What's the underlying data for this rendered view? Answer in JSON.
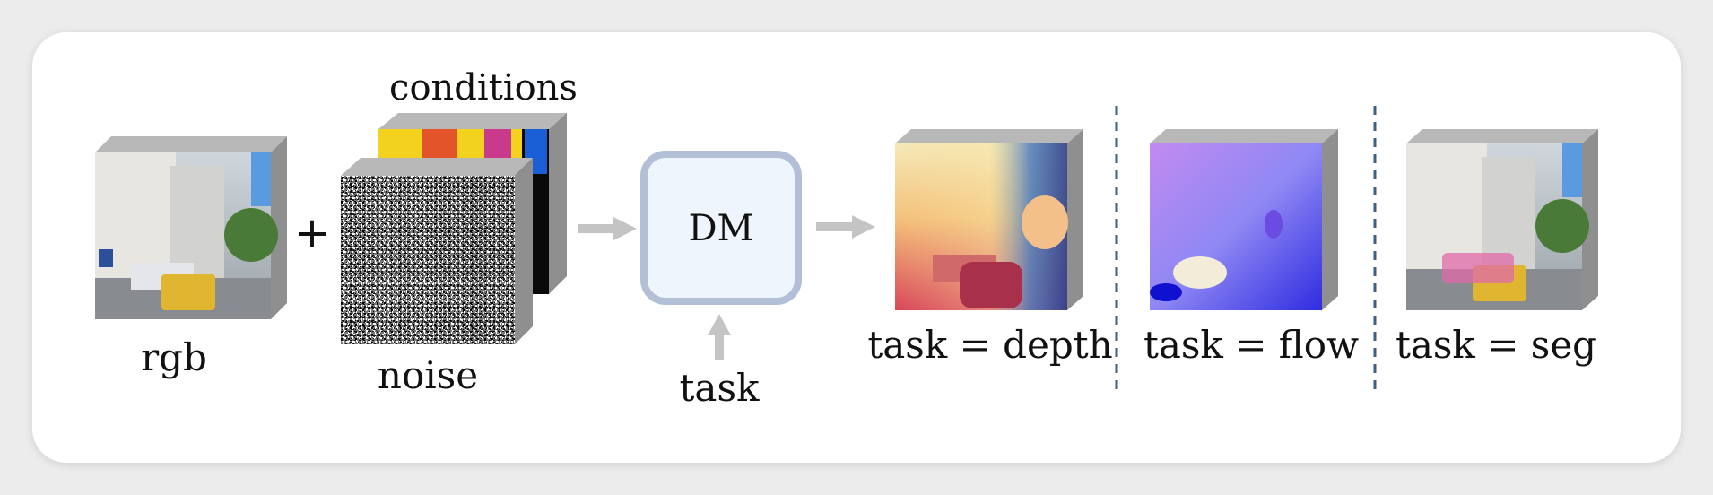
{
  "labels": {
    "conditions": "conditions",
    "rgb": "rgb",
    "noise": "noise",
    "plus": "+",
    "model": "DM",
    "task": "task",
    "depth": "task = depth",
    "flow": "task = flow",
    "seg": "task = seg"
  },
  "colors": {
    "arrow": "#c4c4c4",
    "box_fill": "#eef5fc",
    "box_stroke": "#b3bfd6",
    "divider": "#3e5f86",
    "cube_side": "#8f8f8f",
    "cube_top": "#b8b8b8"
  }
}
